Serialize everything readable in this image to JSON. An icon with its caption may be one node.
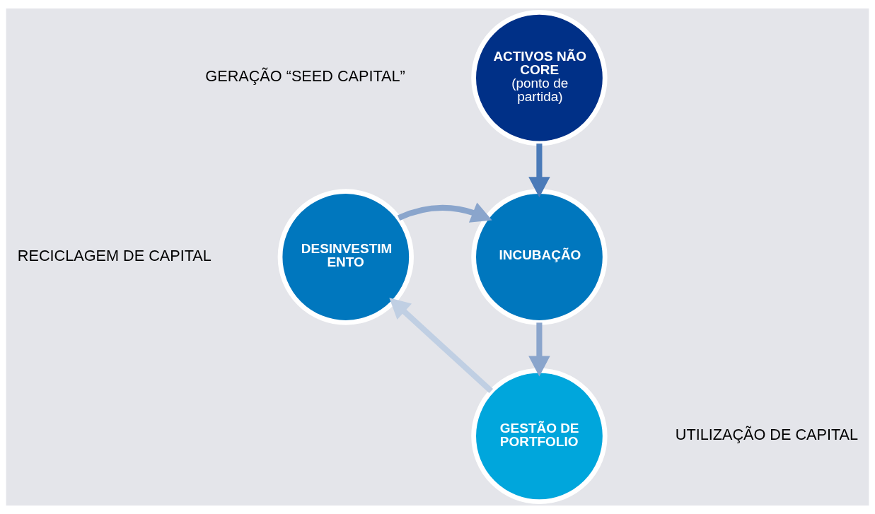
{
  "diagram": {
    "nodes": [
      {
        "text": [
          "ACTIVOS NÃO CORE",
          "(ponto de partida)"
        ]
      },
      {
        "text": [
          "DESINVESTIM ENTO"
        ]
      },
      {
        "text": [
          "INCUBAÇÃO"
        ]
      },
      {
        "text": [
          "GESTÃO DE PORTFOLIO"
        ]
      }
    ],
    "edges": [
      {
        "from": 0,
        "to": 2,
        "arrow": "to",
        "color": "#4a7ab8"
      },
      {
        "from": 1,
        "to": 2,
        "arrow": "to",
        "color": "#8aa5cc"
      },
      {
        "from": 2,
        "to": 3,
        "arrow": "to",
        "color": "#8aa5cc"
      },
      {
        "from": 3,
        "to": 1,
        "arrow": "to",
        "color": "#c0cfe3"
      }
    ],
    "labels": [
      "GERAÇÃO “SEED CAPITAL”",
      "RECICLAGEM DE CAPITAL",
      "UTILIZAÇÃO DE CAPITAL"
    ]
  }
}
